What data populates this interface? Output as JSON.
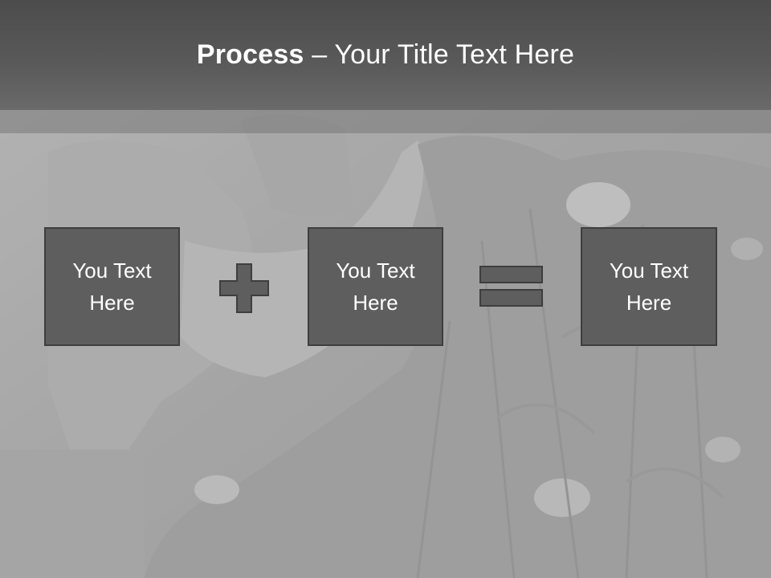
{
  "slide": {
    "title_bold": "Process",
    "title_rest": " – Your Title Text Here"
  },
  "process": {
    "boxes": [
      {
        "text": "You Text Here"
      },
      {
        "text": "You Text Here"
      },
      {
        "text": "You Text Here"
      }
    ],
    "operators": [
      "plus-icon",
      "equals-icon"
    ]
  },
  "colors": {
    "title_bar": "#555555",
    "box_fill": "#5e5e5e",
    "box_border": "#3e3e3e",
    "operator_fill": "#5e5e5e",
    "text": "#ffffff"
  }
}
